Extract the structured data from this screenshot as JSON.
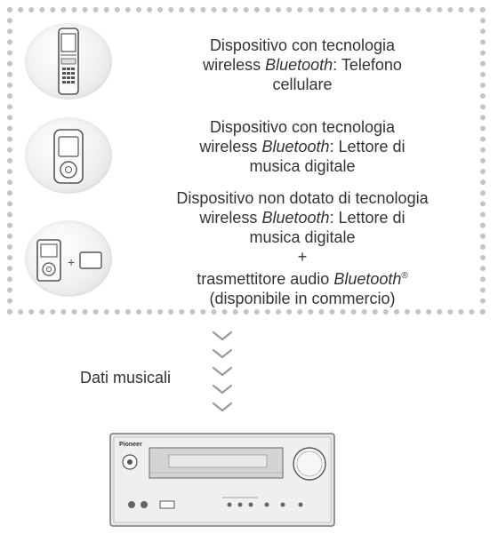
{
  "devices": [
    {
      "icon": "mobile-phone-icon",
      "line1": "Dispositivo con tecnologia",
      "line2_prefix": "wireless ",
      "brand": "Bluetooth",
      "line2_suffix": ": Telefono",
      "line3": "cellulare"
    },
    {
      "icon": "digital-music-player-icon",
      "line1": "Dispositivo con tecnologia",
      "line2_prefix": "wireless ",
      "brand": "Bluetooth",
      "line2_suffix": ": Lettore di",
      "line3": "musica digitale"
    },
    {
      "icon": "music-player-plus-transmitter-icon",
      "line1": "Dispositivo non dotato di tecnologia",
      "line2_prefix": "wireless ",
      "brand": "Bluetooth",
      "line2_suffix": ": Lettore di",
      "line3": "musica digitale",
      "plus": "+",
      "line5_prefix": "trasmettitore audio ",
      "line5_brand": "Bluetooth",
      "line5_mark": "®",
      "line6": "(disponibile in commercio)"
    }
  ],
  "icon_plus": "+",
  "flow_label": "Dati musicali",
  "receiver": {
    "icon": "stereo-receiver-icon",
    "brand": "Pioneer"
  },
  "colors": {
    "frame": "#c4c4c4",
    "text": "#333333",
    "arrow": "#9a9a9a"
  }
}
